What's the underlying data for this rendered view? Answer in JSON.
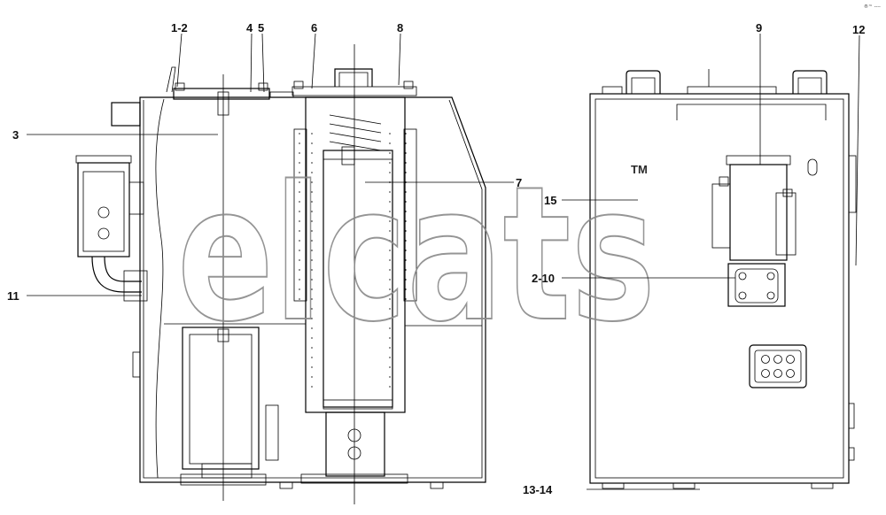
{
  "diagram": {
    "callouts": {
      "c1_2": "1-2",
      "c4": "4",
      "c5": "5",
      "c6": "6",
      "c8": "8",
      "c3": "3",
      "c7": "7",
      "c11": "11",
      "c9": "9",
      "c12": "12",
      "c15": "15",
      "c2_10": "2-10",
      "c13_14": "13-14"
    },
    "corner_mark": "®™ ----",
    "watermark": {
      "brand": "elcats",
      "trademark": "TM"
    }
  }
}
